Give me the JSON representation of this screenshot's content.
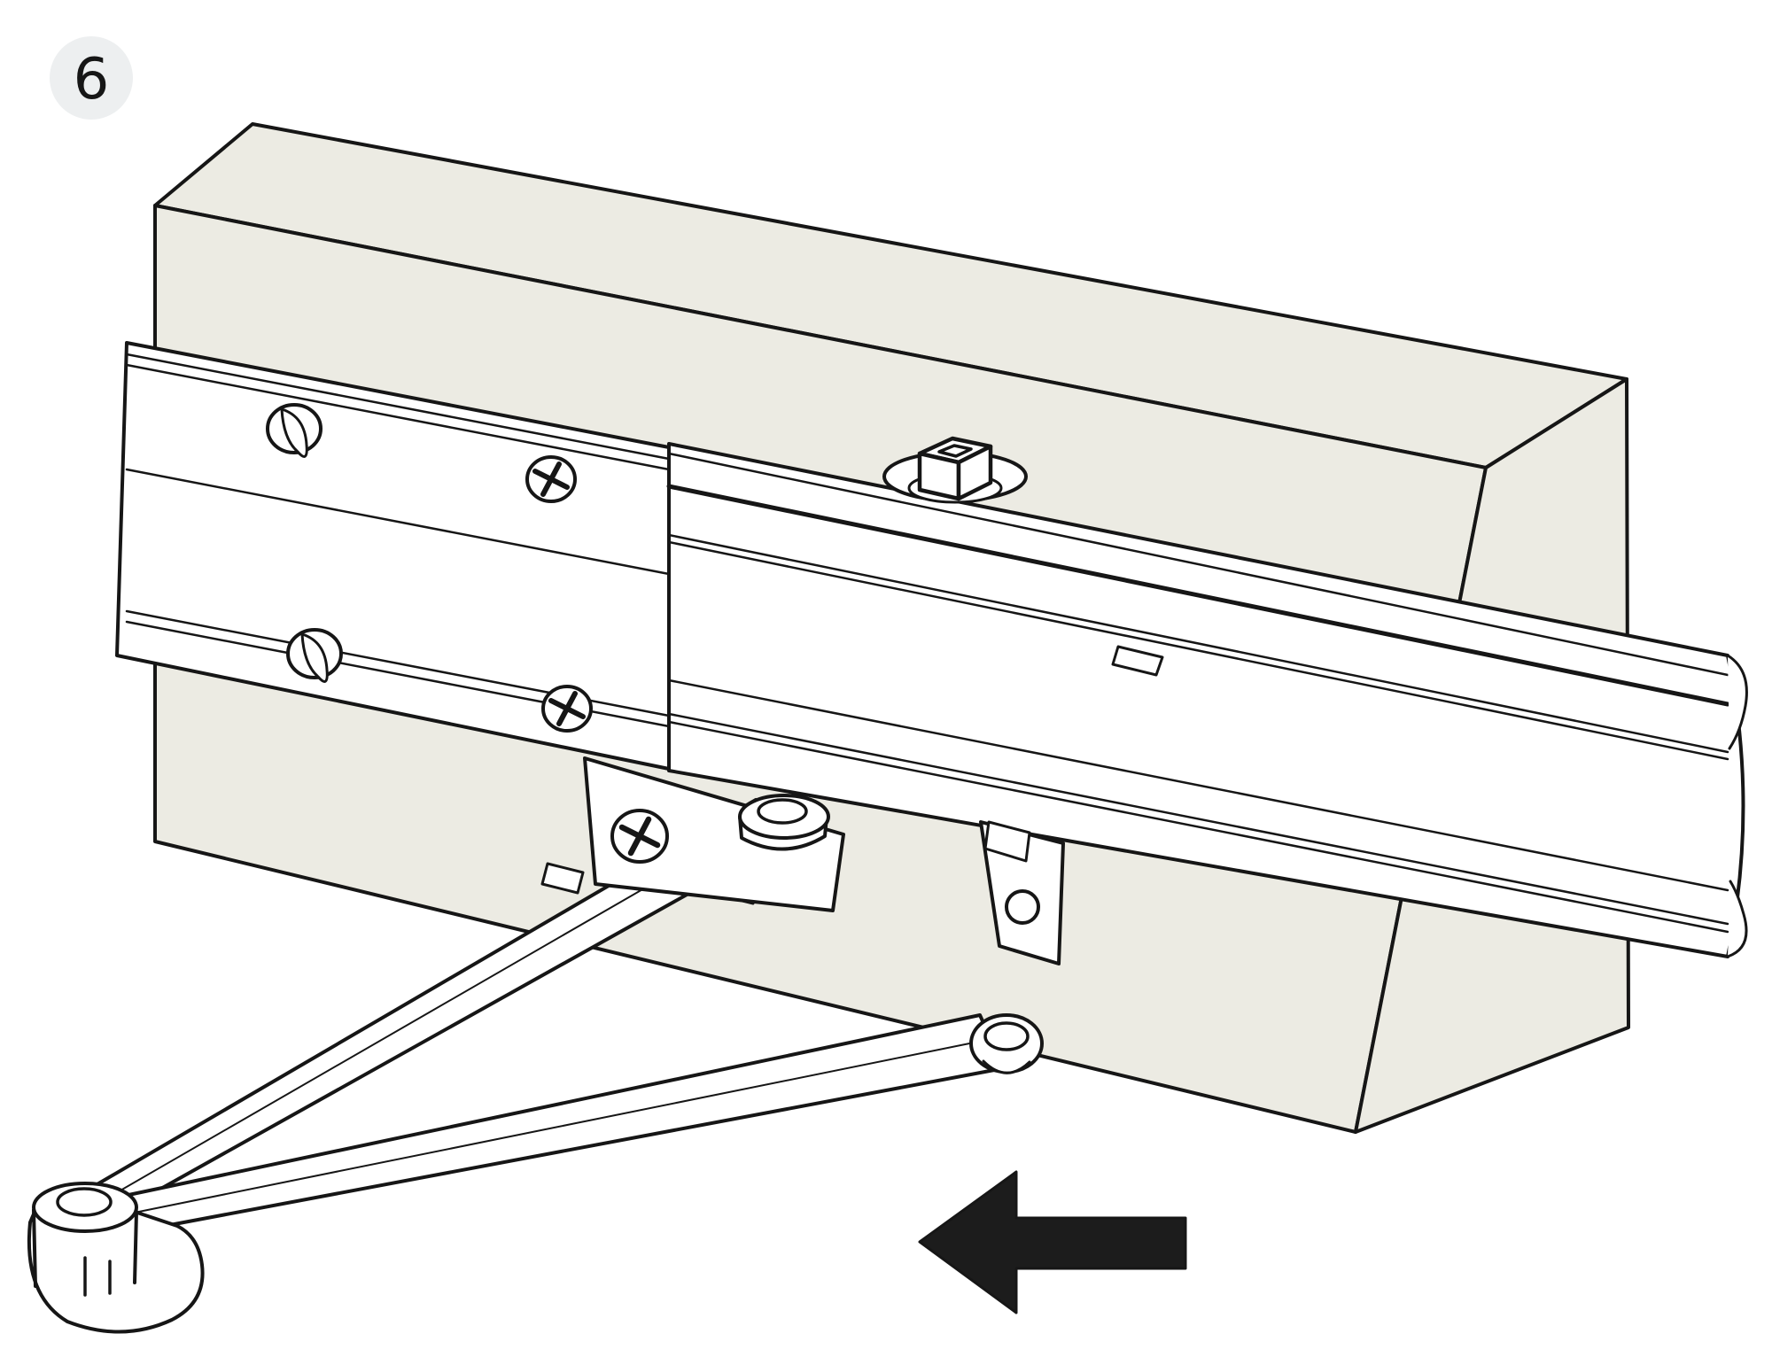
{
  "figure": {
    "step_number": "6",
    "kind": "door-closer installation step illustration",
    "description": "Door closer body and slide rail mounted on a frame header beam, scissor arm folded down to the shoe, with a large arrow indicating leftward motion"
  },
  "badge": {
    "number": "6"
  },
  "arrow": {
    "direction": "left",
    "glyph": "◀"
  },
  "colors": {
    "background": "#ffffff",
    "outline": "#161616",
    "beam_fill": "#ecebe3",
    "part_fill": "#ffffff",
    "badge_bg": "#edeff0",
    "badge_text": "#161616",
    "arrow_fill": "#1c1c1c"
  }
}
